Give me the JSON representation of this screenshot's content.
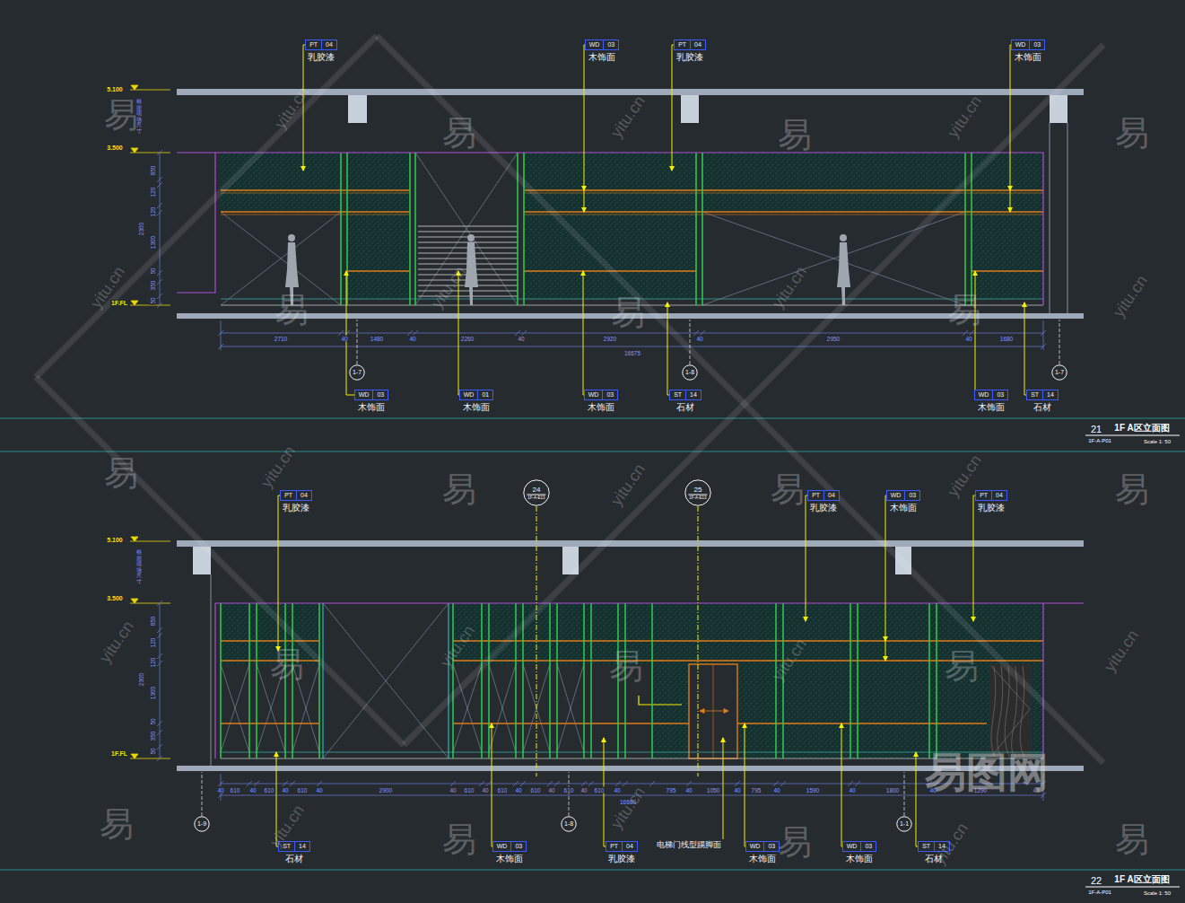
{
  "diagram": {
    "nodes": [
      {
        "text": [
          "PT",
          "04",
          "乳胶漆"
        ]
      },
      {
        "text": [
          "WD",
          "03",
          "木饰面"
        ]
      },
      {
        "text": [
          "PT",
          "04",
          "乳胶漆"
        ]
      },
      {
        "text": [
          "WD",
          "03",
          "木饰面"
        ]
      },
      {
        "text": [
          "WD",
          "03",
          "木饰面"
        ]
      },
      {
        "text": [
          "WD",
          "01",
          "木饰面"
        ]
      },
      {
        "text": [
          "WD",
          "03",
          "木饰面"
        ]
      },
      {
        "text": [
          "ST",
          "14",
          "石材"
        ]
      },
      {
        "text": [
          "WD",
          "03",
          "木饰面"
        ]
      },
      {
        "text": [
          "ST",
          "14",
          "石材"
        ]
      },
      {
        "text": [
          "1-7"
        ]
      },
      {
        "text": [
          "1-8"
        ]
      },
      {
        "text": [
          "1-7"
        ]
      },
      {
        "text": [
          "24",
          "1F-A-E13"
        ]
      },
      {
        "text": [
          "25",
          "1F-A-E13"
        ]
      },
      {
        "text": [
          "PT",
          "04",
          "乳胶漆"
        ]
      },
      {
        "text": [
          "PT",
          "04",
          "乳胶漆"
        ]
      },
      {
        "text": [
          "WD",
          "03",
          "木饰面"
        ]
      },
      {
        "text": [
          "PT",
          "04",
          "乳胶漆"
        ]
      },
      {
        "text": [
          "ST",
          "14",
          "石材"
        ]
      },
      {
        "text": [
          "WD",
          "03",
          "木饰面"
        ]
      },
      {
        "text": [
          "PT",
          "04",
          "乳胶漆"
        ]
      },
      {
        "text": [
          "WD",
          "03",
          "木饰面"
        ]
      },
      {
        "text": [
          "WD",
          "03",
          "木饰面"
        ]
      },
      {
        "text": [
          "ST",
          "14",
          "石材"
        ]
      },
      {
        "text": [
          "1-9"
        ]
      },
      {
        "text": [
          "1-8"
        ]
      },
      {
        "text": [
          "1-1"
        ]
      }
    ],
    "labels": [
      "5.100",
      "3.500",
      "1F.FL",
      "根据现场尺寸",
      "850",
      "120",
      "120",
      "2300",
      "1300",
      "50",
      "350",
      "50",
      "2710",
      "40",
      "1480",
      "40",
      "2260",
      "40",
      "2920",
      "40",
      "2950",
      "40",
      "1680",
      "16675",
      "21",
      "1F A区立面图",
      "1F-A-P01",
      "Scale 1: 50",
      "5.100",
      "3.500",
      "1F.FL",
      "根据现场尺寸",
      "850",
      "120",
      "120",
      "2300",
      "1300",
      "50",
      "350",
      "50",
      "40",
      "610",
      "40",
      "610",
      "40",
      "610",
      "40",
      "2900",
      "40",
      "610",
      "40",
      "610",
      "40",
      "610",
      "40",
      "610",
      "40",
      "610",
      "40",
      "795",
      "40",
      "1050",
      "40",
      "795",
      "40",
      "1590",
      "40",
      "1800",
      "40",
      "1290",
      "40",
      "16680",
      "电梯门线型踢脚面",
      "22",
      "1F A区立面图",
      "1F-A-P01",
      "Scale 1: 50",
      "易",
      "易",
      "易",
      "易",
      "易",
      "易",
      "易",
      "易",
      "易",
      "易",
      "易",
      "易",
      "易",
      "易",
      "易",
      "易",
      "易",
      "易",
      "yitu.cn",
      "yitu.cn",
      "yitu.cn",
      "yitu.cn",
      "yitu.cn",
      "yitu.cn",
      "yitu.cn",
      "yitu.cn",
      "yitu.cn",
      "yitu.cn",
      "yitu.cn",
      "yitu.cn",
      "yitu.cn",
      "yitu.cn",
      "yitu.cn",
      "yitu.cn",
      "yitu.cn",
      "易图网"
    ]
  }
}
